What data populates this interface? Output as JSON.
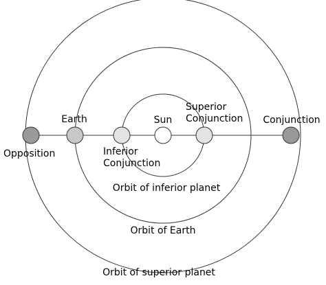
{
  "labels": {
    "opposition": "Opposition",
    "earth": "Earth",
    "inferior_conjunction_line1": "Inferior",
    "inferior_conjunction_line2": "Conjunction",
    "sun": "Sun",
    "superior_conjunction_line1": "Superior",
    "superior_conjunction_line2": "Conjunction",
    "conjunction": "Conjunction",
    "orbit_inferior": "Orbit of inferior planet",
    "orbit_earth": "Orbit of Earth",
    "orbit_superior": "Orbit of superior planet"
  },
  "colors": {
    "stroke": "#333333",
    "sun_fill": "#ffffff",
    "inferior_planet_fill": "#e3e3e3",
    "earth_fill": "#c8c8c8",
    "superior_planet_fill": "#999999"
  }
}
